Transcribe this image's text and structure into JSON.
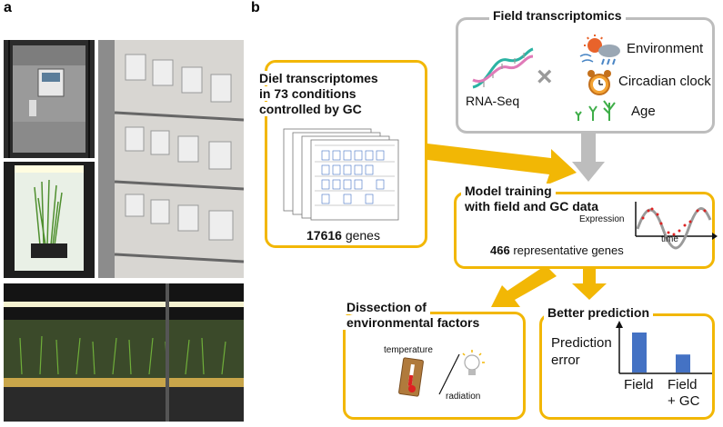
{
  "panel_a": {
    "label": "a"
  },
  "panel_b": {
    "label": "b"
  },
  "field": {
    "title": "Field transcriptomics",
    "rnaseq": "RNA-Seq",
    "cross": "×",
    "environment": "Environment",
    "circadian": "Circadian clock",
    "age": "Age"
  },
  "diel": {
    "title_line1": "Diel transcriptomes",
    "title_line2": "in 73 conditions",
    "title_line3": "controlled by GC",
    "genes_count": "17616",
    "genes_label": "genes"
  },
  "model": {
    "title_line1": "Model training",
    "title_line2": "with field and GC data",
    "expression": "Expression",
    "time": "time",
    "genes_count": "466",
    "genes_label": "representative genes"
  },
  "dissection": {
    "title_line1": "Dissection of",
    "title_line2": "environmental factors",
    "temperature": "temperature",
    "radiation": "radiation"
  },
  "prediction": {
    "title": "Better prediction",
    "ylabel_line1": "Prediction",
    "ylabel_line2": "error",
    "cat1": "Field",
    "cat2_line1": "Field",
    "cat2_line2": "+ GC"
  },
  "chart_data": {
    "type": "bar",
    "categories": [
      "Field",
      "Field + GC"
    ],
    "values": [
      1.0,
      0.45
    ],
    "ylabel": "Prediction error",
    "color": "#4472c4"
  },
  "colors": {
    "accent": "#f2b705",
    "gray": "#bdbdbd",
    "bar": "#4472c4"
  }
}
